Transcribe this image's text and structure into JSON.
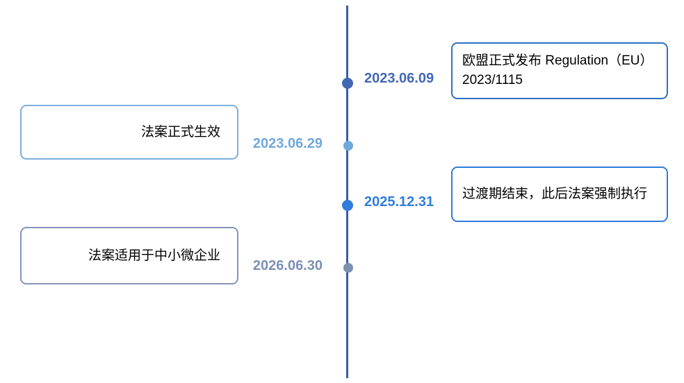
{
  "diagram": {
    "type": "vertical-timeline",
    "axis": {
      "color": "#3a5ba8"
    },
    "milestones": [
      {
        "date": "2023.06.09",
        "date_side": "right",
        "date_color": "#4268b3",
        "dot_color": "#4268b3",
        "dot_size": "large",
        "box_side": "right",
        "box_border_color": "#2f6fc0",
        "text": "欧盟正式发布 Regulation（EU）2023/1115"
      },
      {
        "date": "2023.06.29",
        "date_side": "left",
        "date_color": "#6fa8dc",
        "dot_color": "#6fa8dc",
        "dot_size": "small",
        "box_side": "left",
        "box_border_color": "#7caede",
        "text": "法案正式生效"
      },
      {
        "date": "2025.12.31",
        "date_side": "right",
        "date_color": "#2f7ddb",
        "dot_color": "#2f7ddb",
        "dot_size": "large",
        "box_side": "right",
        "box_border_color": "#2f7ddb",
        "text": "过渡期结束，此后法案强制执行"
      },
      {
        "date": "2026.06.30",
        "date_side": "left",
        "date_color": "#7d8fb3",
        "dot_color": "#7d8fb3",
        "dot_size": "small",
        "box_side": "left",
        "box_border_color": "#8494b8",
        "text": "法案适用于中小微企业"
      }
    ]
  }
}
